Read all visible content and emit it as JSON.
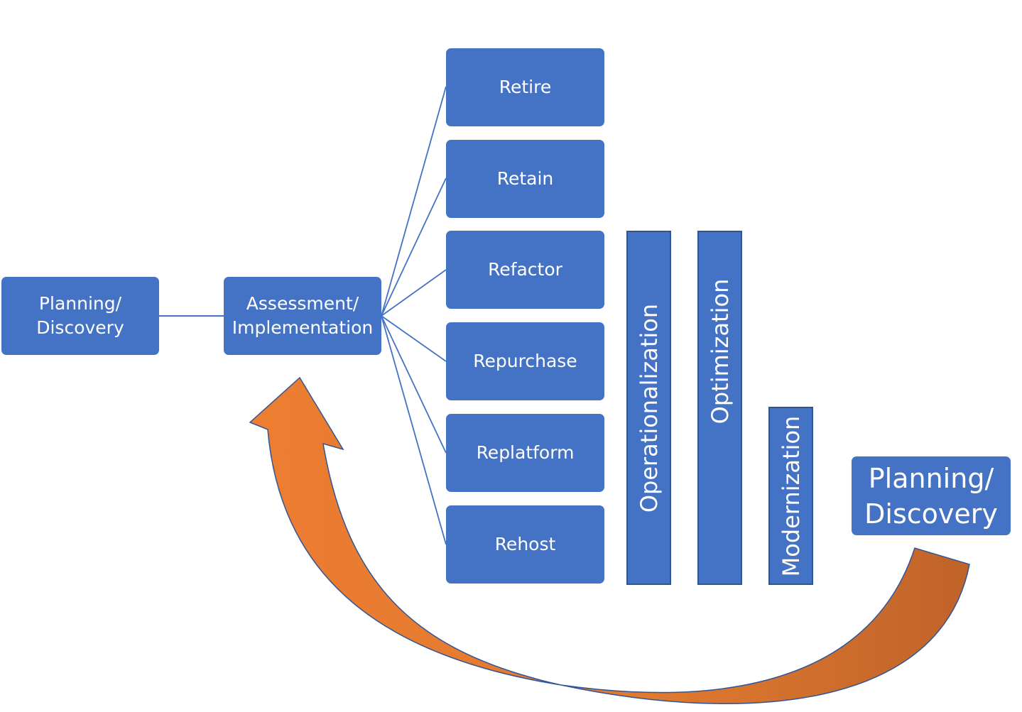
{
  "diagram": {
    "start_box": {
      "line1": "Planning/",
      "line2": "Discovery"
    },
    "assessment_box": {
      "line1": "Assessment/",
      "line2": "Implementation"
    },
    "strategies": [
      "Retire",
      "Retain",
      "Refactor",
      "Repurchase",
      "Replatform",
      "Rehost"
    ],
    "phases": [
      "Operationalization",
      "Optimization",
      "Modernization"
    ],
    "end_box": {
      "line1": "Planning/",
      "line2": "Discovery"
    }
  },
  "colors": {
    "box_fill": "#4472c4",
    "box_border": "#2f5597",
    "connector": "#4472c4",
    "arrow_light": "#ed7d31",
    "arrow_dark": "#c0632a"
  }
}
